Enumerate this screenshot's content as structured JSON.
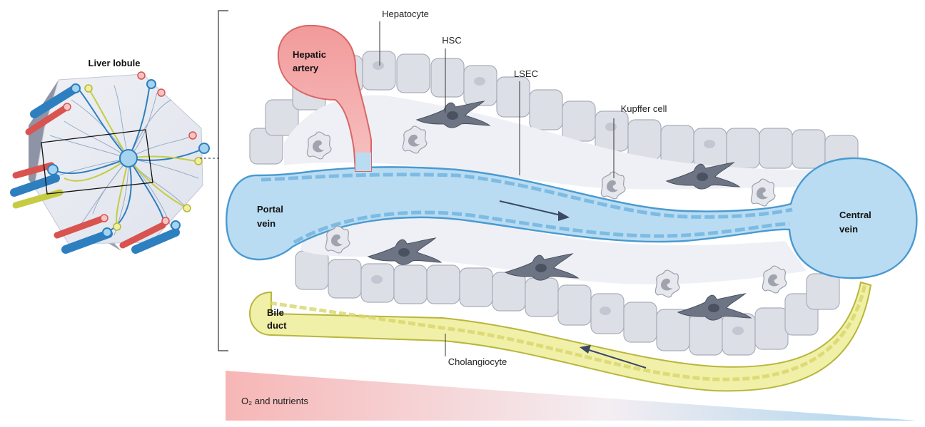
{
  "lobule": {
    "title": "Liver lobule"
  },
  "labels": {
    "hepatocyte": "Hepatocyte",
    "hsc": "HSC",
    "lsec": "LSEC",
    "kupffer": "Kupffer cell",
    "cholangiocyte": "Cholangiocyte",
    "hepatic_artery": [
      "Hepatic",
      "artery"
    ],
    "portal_vein": [
      "Portal",
      "vein"
    ],
    "central_vein": [
      "Central",
      "vein"
    ],
    "bile_duct": [
      "Bile",
      "duct"
    ]
  },
  "gradient": {
    "label": "O₂ and nutrients"
  },
  "colors": {
    "portal_blue": "#b9dcf2",
    "vessel_blue_edge": "#4a9ad0",
    "artery_red": "#f2a4a4",
    "bile_yellow": "#f1f0a8",
    "bile_edge": "#b8b63c",
    "hepatocyte": "#dcdfe6",
    "stellate": "#6d7585"
  }
}
